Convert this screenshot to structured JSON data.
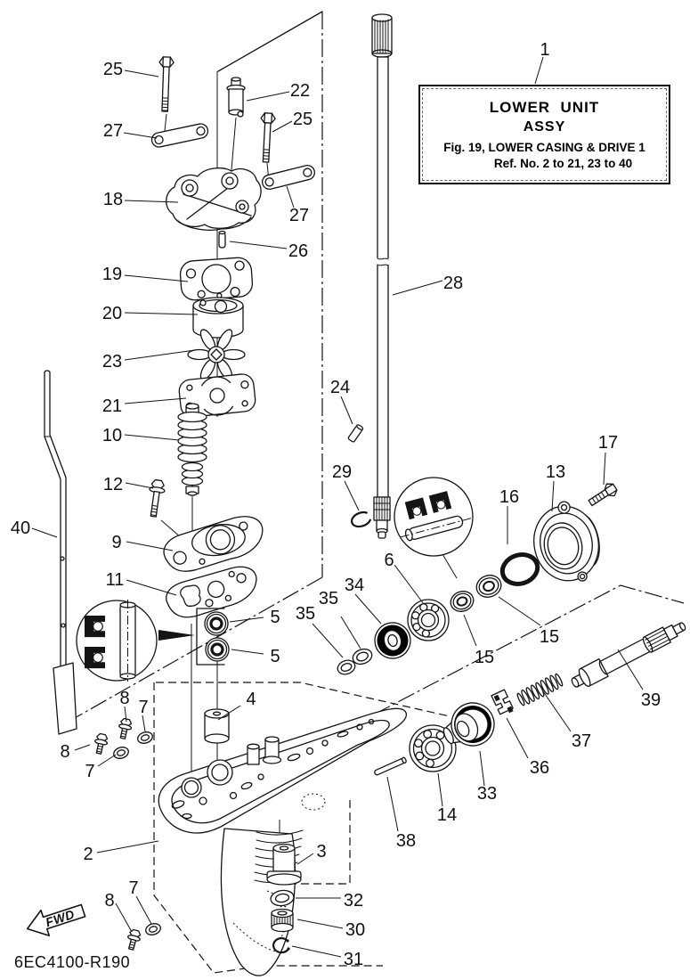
{
  "figure": {
    "title_line1": "LOWER  UNIT",
    "title_line2": "ASSY",
    "title_line3": "Fig. 19, LOWER CASING & DRIVE 1",
    "title_line4": "Ref. No. 2 to 21, 23 to 40",
    "drawing_code": "6EC4100-R190",
    "fwd_label": "FWD"
  },
  "colors": {
    "line_color": "#141414",
    "background": "#ffffff"
  },
  "callouts": [
    {
      "ref": "1"
    },
    {
      "ref": "25"
    },
    {
      "ref": "22"
    },
    {
      "ref": "25"
    },
    {
      "ref": "27"
    },
    {
      "ref": "18"
    },
    {
      "ref": "27"
    },
    {
      "ref": "26"
    },
    {
      "ref": "19"
    },
    {
      "ref": "20"
    },
    {
      "ref": "23"
    },
    {
      "ref": "21"
    },
    {
      "ref": "10"
    },
    {
      "ref": "12"
    },
    {
      "ref": "9"
    },
    {
      "ref": "11"
    },
    {
      "ref": "40"
    },
    {
      "ref": "28"
    },
    {
      "ref": "24"
    },
    {
      "ref": "29"
    },
    {
      "ref": "6"
    },
    {
      "ref": "34"
    },
    {
      "ref": "35"
    },
    {
      "ref": "35"
    },
    {
      "ref": "16"
    },
    {
      "ref": "13"
    },
    {
      "ref": "17"
    },
    {
      "ref": "15"
    },
    {
      "ref": "15"
    },
    {
      "ref": "5"
    },
    {
      "ref": "5"
    },
    {
      "ref": "4"
    },
    {
      "ref": "8"
    },
    {
      "ref": "7"
    },
    {
      "ref": "8"
    },
    {
      "ref": "7"
    },
    {
      "ref": "2"
    },
    {
      "ref": "8"
    },
    {
      "ref": "7"
    },
    {
      "ref": "3"
    },
    {
      "ref": "32"
    },
    {
      "ref": "30"
    },
    {
      "ref": "31"
    },
    {
      "ref": "38"
    },
    {
      "ref": "14"
    },
    {
      "ref": "33"
    },
    {
      "ref": "36"
    },
    {
      "ref": "37"
    },
    {
      "ref": "39"
    }
  ]
}
